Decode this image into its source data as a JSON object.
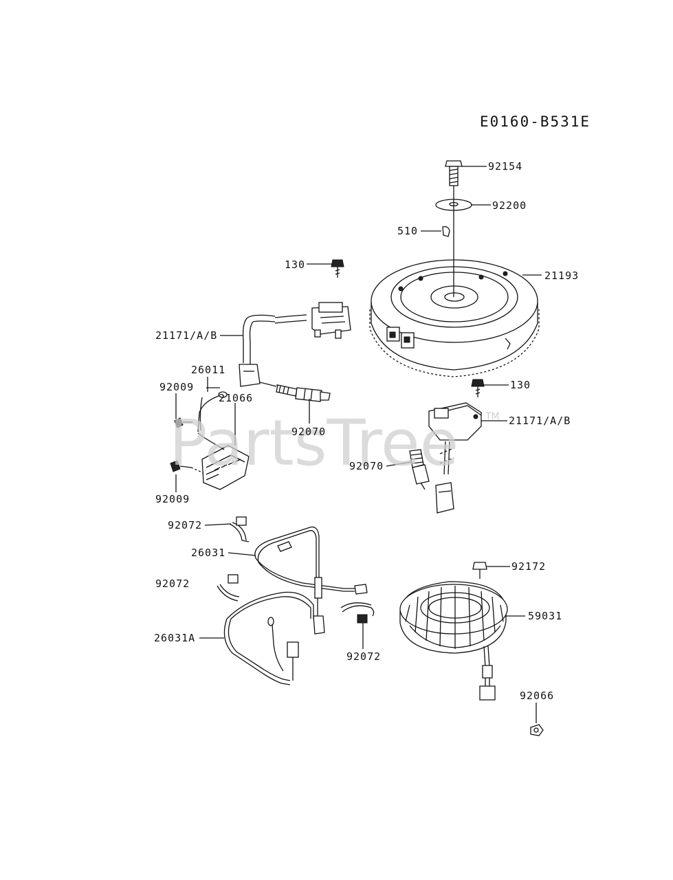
{
  "diagram": {
    "reference_code": "E0160-B531E",
    "watermark": "PartsTree",
    "watermark_tm": "TM",
    "labels": [
      {
        "id": "label-92154",
        "text": "92154"
      },
      {
        "id": "label-92200",
        "text": "92200"
      },
      {
        "id": "label-510",
        "text": "510"
      },
      {
        "id": "label-130-top",
        "text": "130"
      },
      {
        "id": "label-21193",
        "text": "21193"
      },
      {
        "id": "label-21171-left",
        "text": "21171/A/B"
      },
      {
        "id": "label-26011",
        "text": "26011"
      },
      {
        "id": "label-92009-top",
        "text": "92009"
      },
      {
        "id": "label-21066",
        "text": "21066"
      },
      {
        "id": "label-92070-left",
        "text": "92070"
      },
      {
        "id": "label-130-right",
        "text": "130"
      },
      {
        "id": "label-21171-right",
        "text": "21171/A/B"
      },
      {
        "id": "label-92070-right",
        "text": "92070"
      },
      {
        "id": "label-92009-bottom",
        "text": "92009"
      },
      {
        "id": "label-92072-top",
        "text": "92072"
      },
      {
        "id": "label-26031",
        "text": "26031"
      },
      {
        "id": "label-92172",
        "text": "92172"
      },
      {
        "id": "label-92072-mid",
        "text": "92072"
      },
      {
        "id": "label-59031",
        "text": "59031"
      },
      {
        "id": "label-26031A",
        "text": "26031A"
      },
      {
        "id": "label-92072-bottom",
        "text": "92072"
      },
      {
        "id": "label-92066",
        "text": "92066"
      }
    ]
  }
}
